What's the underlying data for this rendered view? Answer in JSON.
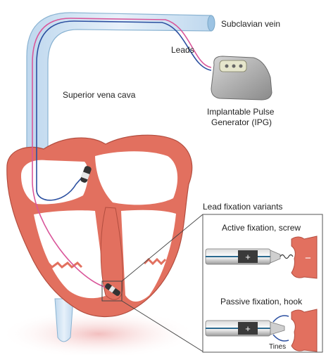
{
  "labels": {
    "subclavian_vein": "Subclavian vein",
    "leads": "Leads",
    "superior_vena_cava": "Superior vena cava",
    "ipg_line1": "Implantable Pulse",
    "ipg_line2": "Generator (IPG)",
    "fixation_title": "Lead fixation variants",
    "active_fixation": "Active fixation, screw",
    "passive_fixation": "Passive fixation, hook",
    "tines": "Tines",
    "plus_symbol": "+",
    "minus_symbol": "−"
  },
  "colors": {
    "heart_fill": "#e2705f",
    "heart_dark": "#c85a4a",
    "vein_fill": "#cfe3f3",
    "vein_stroke": "#7aa7c7",
    "lead_blue": "#2b4fa0",
    "lead_pink": "#d9569a",
    "device_fill": "#9a9a9a",
    "inset_frame": "#555555"
  }
}
